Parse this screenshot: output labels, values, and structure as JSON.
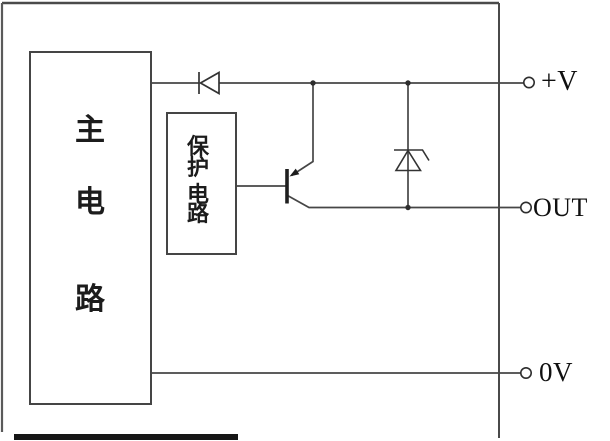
{
  "diagram": {
    "title_hint": "sensor output circuit schematic",
    "main_box": {
      "chars": [
        "主",
        "电",
        "路"
      ]
    },
    "protection_box": {
      "chars": [
        "保",
        "护",
        "电",
        "路"
      ]
    },
    "terminals": [
      {
        "label": "+V"
      },
      {
        "label": "OUT"
      },
      {
        "label": "0V"
      }
    ],
    "symbols": [
      "diode",
      "zener-diode",
      "pnp-transistor"
    ],
    "colors": {
      "wire": "#464646",
      "symbol": "#2e2e2e",
      "text": "#101010",
      "background": "#ffffff"
    }
  }
}
